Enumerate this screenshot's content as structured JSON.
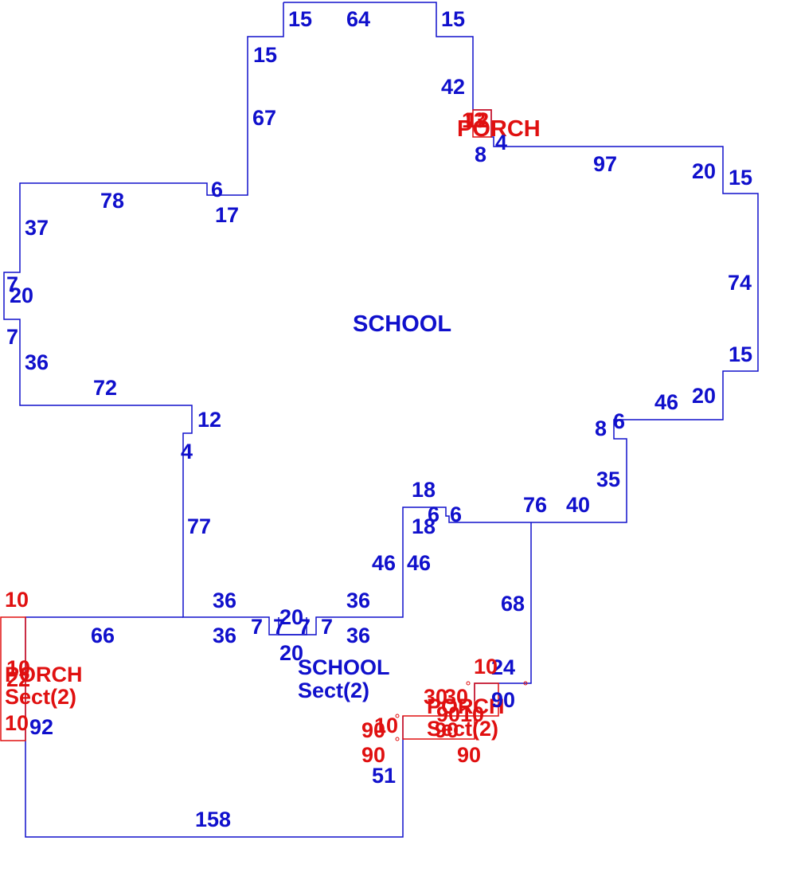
{
  "colors": {
    "school": "#1010cc",
    "porch": "#e01010",
    "background": "#ffffff"
  },
  "areas": {
    "school_main": {
      "label": "SCHOOL"
    },
    "school_sect2": {
      "label": "SCHOOL",
      "sub": "Sect(2)"
    },
    "porch_top": {
      "label": "PORCH"
    },
    "porch_left": {
      "label": "PORCH",
      "sub": "Sect(2)"
    },
    "porch_bottom_right": {
      "label": "PORCH",
      "sub": "Sect(2)"
    }
  },
  "dimensions": {
    "school_main": [
      "15",
      "64",
      "15",
      "15",
      "42",
      "67",
      "8",
      "4",
      "97",
      "20",
      "15",
      "6",
      "17",
      "78",
      "37",
      "74",
      "7",
      "20",
      "7",
      "15",
      "36",
      "72",
      "46",
      "20",
      "12",
      "8",
      "6",
      "4",
      "35",
      "18",
      "6",
      "6",
      "76",
      "40",
      "18",
      "77",
      "46",
      "46"
    ],
    "school_sect2": [
      "68",
      "36",
      "36",
      "7",
      "7",
      "20",
      "7",
      "7",
      "36",
      "36",
      "66",
      "20",
      "24",
      "92",
      "90",
      "51",
      "158"
    ],
    "porch_top": [
      "13",
      "12"
    ],
    "porch_left": [
      "10",
      "10",
      "22",
      "10"
    ],
    "porch_bottom_right": [
      "10",
      "30",
      "30",
      "90",
      "10",
      "10",
      "90",
      "90",
      "90",
      "90"
    ]
  }
}
